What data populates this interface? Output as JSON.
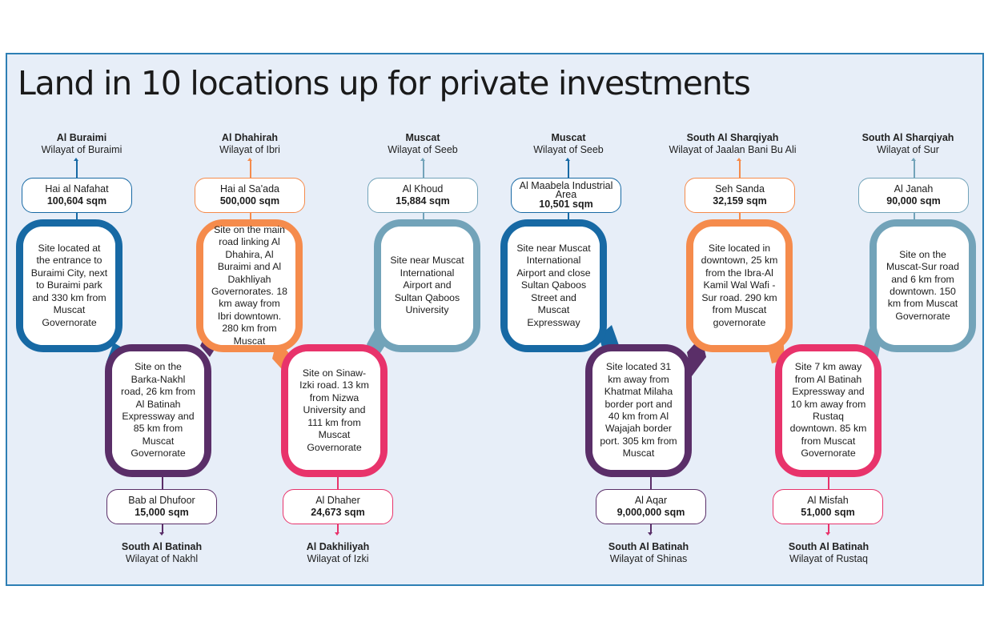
{
  "title": "Land in 10 locations up for private investments",
  "colors": {
    "blue": "#1769a4",
    "purple": "#5a2e68",
    "orange": "#f58b4c",
    "pink": "#e8336b",
    "steel": "#72a3b9",
    "panel_bg": "#e7eef8",
    "panel_border": "#2d7fb4"
  },
  "top_sites": [
    {
      "governorate": "Al Buraimi",
      "wilayat": "Wilayat of Buraimi",
      "name": "Hai al Nafahat",
      "area": "100,604 sqm",
      "description": "Site located at the entrance to Buraimi City, next to Buraimi park and 330 km from Muscat Governorate",
      "color": "#1769a4"
    },
    {
      "governorate": "Al Dhahirah",
      "wilayat": "Wilayat of Ibri",
      "name": "Hai al Sa'ada",
      "area": "500,000 sqm",
      "description": "Site on the main road linking Al Dhahira, Al Buraimi and Al Dakhliyah Governorates. 18 km away from Ibri downtown. 280 km from Muscat",
      "color": "#f58b4c"
    },
    {
      "governorate": "Muscat",
      "wilayat": "Wilayat of Seeb",
      "name": "Al Khoud",
      "area": "15,884 sqm",
      "description": "Site near Muscat International Airport and Sultan Qaboos University",
      "color": "#72a3b9"
    },
    {
      "governorate": "Muscat",
      "wilayat": "Wilayat of Seeb",
      "name": "Al Maabela Industrial Area",
      "area": "10,501 sqm",
      "description": "Site near Muscat International Airport and close Sultan Qaboos Street and Muscat Expressway",
      "color": "#1769a4"
    },
    {
      "governorate": "South Al Sharqiyah",
      "wilayat": "Wilayat of Jaalan Bani Bu Ali",
      "name": "Seh Sanda",
      "area": "32,159 sqm",
      "description": "Site located in downtown, 25 km from the Ibra-Al Kamil Wal Wafi -Sur road. 290 km from Muscat governorate",
      "color": "#f58b4c"
    },
    {
      "governorate": "South Al Sharqiyah",
      "wilayat": "Wilayat of Sur",
      "name": "Al Janah",
      "area": "90,000 sqm",
      "description": "Site on the Muscat-Sur road and 6 km from downtown. 150 km from Muscat Governorate",
      "color": "#72a3b9"
    }
  ],
  "bottom_sites": [
    {
      "governorate": "South Al Batinah",
      "wilayat": "Wilayat of Nakhl",
      "name": "Bab al Dhufoor",
      "area": "15,000 sqm",
      "description": "Site on the Barka-Nakhl road, 26 km from Al Batinah Expressway and 85 km from Muscat Governorate",
      "color": "#5a2e68"
    },
    {
      "governorate": "Al Dakhiliyah",
      "wilayat": "Wilayat of Izki",
      "name": "Al Dhaher",
      "area": "24,673 sqm",
      "description": "Site on Sinaw-Izki road. 13 km from Nizwa University and 111 km from Muscat Governorate",
      "color": "#e8336b"
    },
    {
      "governorate": "South Al Batinah",
      "wilayat": "Wilayat of Shinas",
      "name": "Al Aqar",
      "area": "9,000,000 sqm",
      "description": "Site located 31 km away from Khatmat Milaha border port and 40 km from Al Wajajah border port. 305 km from Muscat",
      "color": "#5a2e68"
    },
    {
      "governorate": "South Al Batinah",
      "wilayat": "Wilayat of Rustaq",
      "name": "Al Misfah",
      "area": "51,000 sqm",
      "description": "Site 7 km away from Al Batinah Expressway and 10 km away from Rustaq downtown. 85 km from Muscat Governorate",
      "color": "#e8336b"
    }
  ]
}
